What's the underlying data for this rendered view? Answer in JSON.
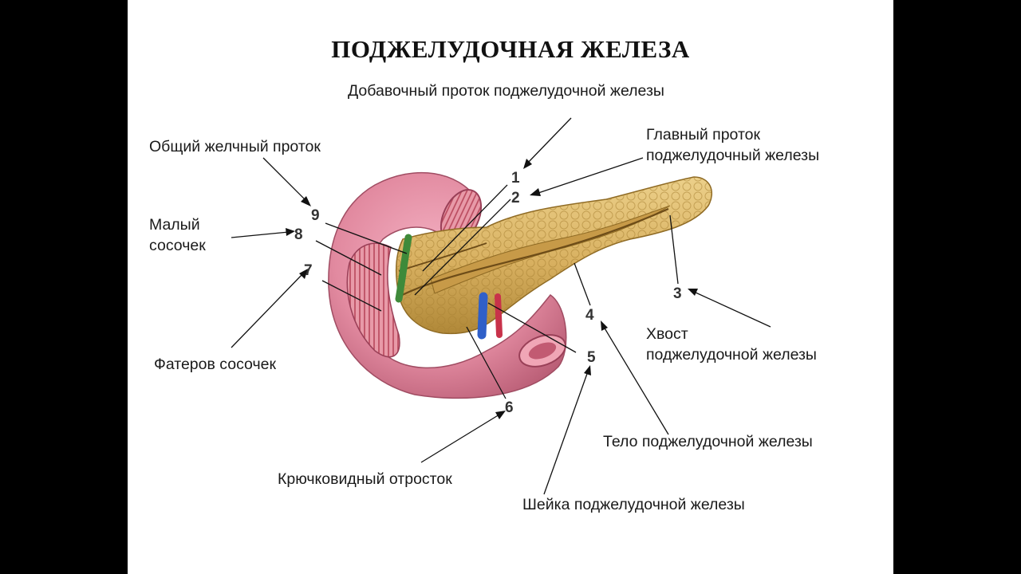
{
  "title": "ПОДЖЕЛУДОЧНАЯ ЖЕЛЕЗА",
  "labels": {
    "accessory_duct": "Добавочный проток поджелудочной железы",
    "main_duct": [
      "Главный проток",
      "поджелудочный железы"
    ],
    "common_bile_duct": "Общий желчный проток",
    "minor_papilla": [
      "Малый",
      "сосочек"
    ],
    "vater_papilla": "Фатеров сосочек",
    "tail": [
      "Хвост",
      "поджелудочной железы"
    ],
    "body": "Тело поджелудочной железы",
    "uncinate_process": "Крючковидный отросток",
    "neck": "Шейка поджелудочной железы"
  },
  "numbers": [
    "1",
    "2",
    "3",
    "4",
    "5",
    "6",
    "7",
    "8",
    "9"
  ],
  "colors": {
    "duodenum": "#e28aa0",
    "pancreas": "#dcb86a",
    "bile_duct": "#3f8a3a",
    "vein": "#2f5fc8",
    "artery": "#c8324a"
  }
}
